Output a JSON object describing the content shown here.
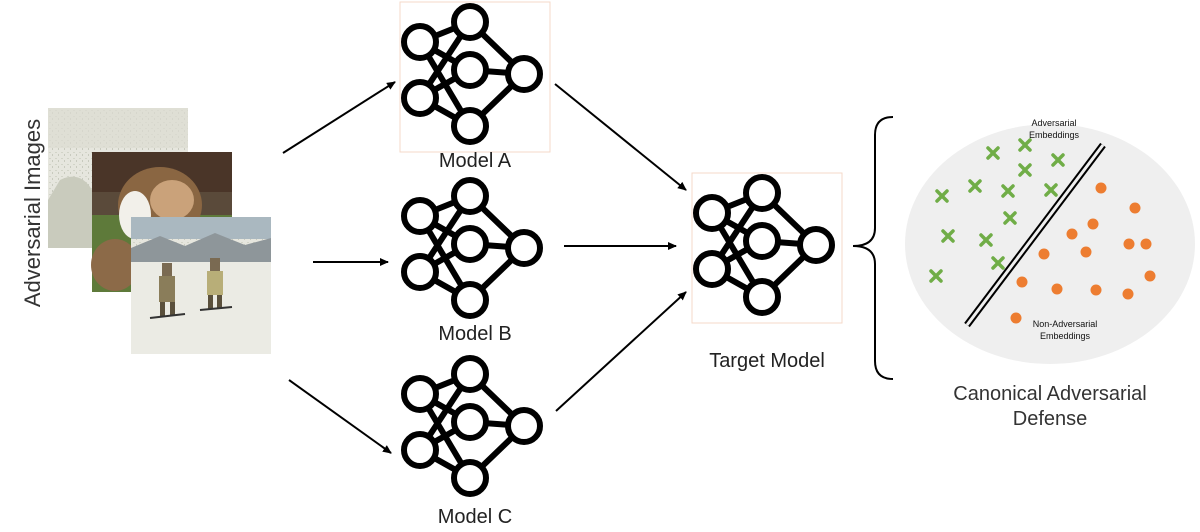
{
  "diagram": {
    "input_label": "Adversarial Images",
    "models": [
      {
        "label": "Model A"
      },
      {
        "label": "Model B"
      },
      {
        "label": "Model C"
      }
    ],
    "target": {
      "label": "Target Model"
    },
    "defense": {
      "title_line1": "Canonical Adversarial",
      "title_line2": "Defense",
      "adv_label_line1": "Adversarial",
      "adv_label_line2": "Embeddings",
      "nonadv_label_line1": "Non-Adversarial",
      "nonadv_label_line2": "Embeddings"
    },
    "colors": {
      "adversarial_marker": "#70ad47",
      "non_adversarial_marker": "#ed7d31",
      "embedding_region": "#efefef",
      "network_stroke": "#000000"
    },
    "icons": {
      "network": "neural-network-icon",
      "adversarial_point": "x-marker-icon",
      "non_adversarial_point": "dot-marker-icon"
    }
  }
}
